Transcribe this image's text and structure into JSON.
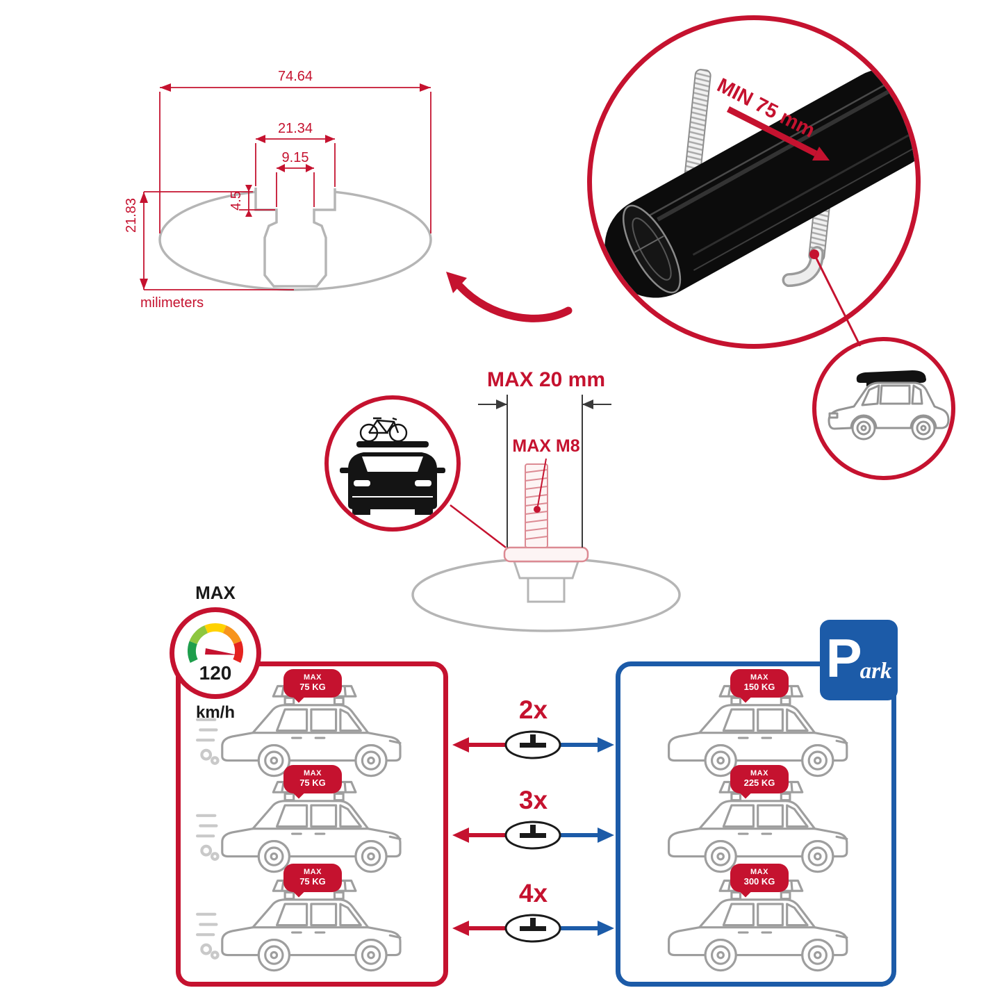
{
  "colors": {
    "red": "#c5122f",
    "blue": "#1c5ba8",
    "gray": "#b5b5b5",
    "black": "#0c0c0c"
  },
  "dims": {
    "total_width": "74.64",
    "opening": "21.34",
    "slot": "9.15",
    "step": "4.5",
    "height": "21.83",
    "unit_label": "milimeters"
  },
  "clamp": {
    "min_label": "MIN 75 mm"
  },
  "bolt": {
    "max_length": "MAX 20 mm",
    "max_thread": "MAX M8"
  },
  "speed": {
    "label": "MAX",
    "value": "120",
    "unit": "km/h"
  },
  "park": {
    "letter": "P",
    "suffix": "ark"
  },
  "rows": [
    {
      "multiplier": "2x",
      "drive_l1": "MAX",
      "drive_l2": "75 KG",
      "park_l1": "MAX",
      "park_l2": "150 KG"
    },
    {
      "multiplier": "3x",
      "drive_l1": "MAX",
      "drive_l2": "75 KG",
      "park_l1": "MAX",
      "park_l2": "225 KG"
    },
    {
      "multiplier": "4x",
      "drive_l1": "MAX",
      "drive_l2": "75 KG",
      "park_l1": "MAX",
      "park_l2": "300 KG"
    }
  ],
  "icons": {
    "crossbar-profile": "ellipse-cross-section-with-t-slot",
    "u-bolt": "threaded-clamp",
    "suv-roofbox": "car-side-view-with-roof-box",
    "car-bike": "car-front-view-with-bicycle",
    "speedometer": "max-speed-gauge",
    "parking-sign": "blue-p-square",
    "car-basket": "car-side-view-with-roof-basket",
    "bar-section": "small-ellipse-t-profile"
  }
}
